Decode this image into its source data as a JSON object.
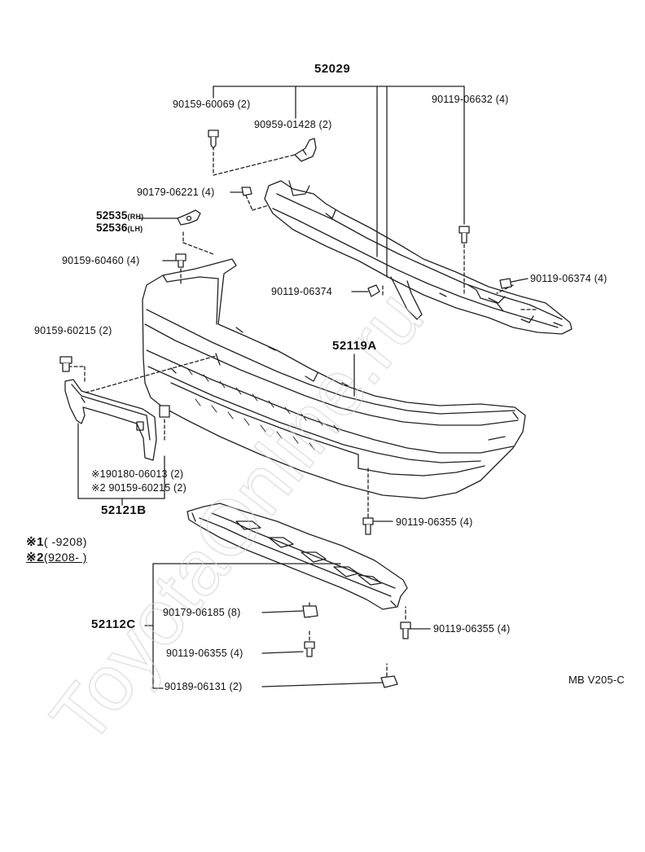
{
  "watermark": "ToyotaOnline.ru",
  "code": "MB V205-C",
  "assemblies": {
    "reinforcement": "52029",
    "bumper_cover": "52119A",
    "bracket": "52121B",
    "under_cover": "52112C"
  },
  "brackets": {
    "rh": "52535",
    "rh_suffix": "(RH)",
    "lh": "52536",
    "lh_suffix": "(LH)"
  },
  "parts": {
    "p1": "90159-60069 (2)",
    "p2": "90959-01428 (2)",
    "p3": "90119-06632 (4)",
    "p4": "90179-06221 (4)",
    "p5": "90159-60460 (4)",
    "p6": "90119-06374",
    "p7": "90119-06374 (4)",
    "p8": "90159-60215 (2)",
    "p9": "※190180-06013 (2)",
    "p10": "※2 90159-60215 (2)",
    "p11": "90119-06355 (4)",
    "p12": "90179-06185 (8)",
    "p13": "90119-06355 (4)",
    "p14": "90119-06355 (4)",
    "p15": "90189-06131 (2)"
  },
  "notes": {
    "n1_mark": "※1",
    "n1_range": "(      -9208)",
    "n2_mark": "※2",
    "n2_range": "(9208-      )"
  }
}
